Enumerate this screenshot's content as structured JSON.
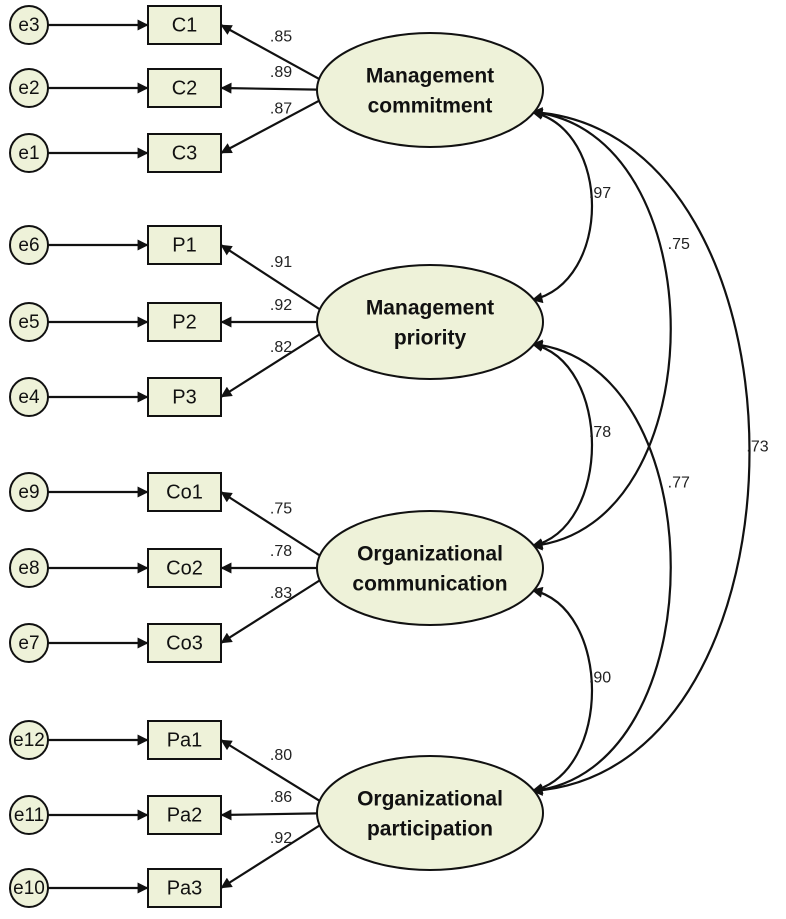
{
  "latents": [
    {
      "id": "mc",
      "lines": [
        "Management",
        "commitment"
      ]
    },
    {
      "id": "mp",
      "lines": [
        "Management",
        "priority"
      ]
    },
    {
      "id": "oc",
      "lines": [
        "Organizational",
        "communication"
      ]
    },
    {
      "id": "op",
      "lines": [
        "Organizational",
        "participation"
      ]
    }
  ],
  "indicators": [
    {
      "label": "C1",
      "error": "e3",
      "latent": "mc",
      "loading": ".85"
    },
    {
      "label": "C2",
      "error": "e2",
      "latent": "mc",
      "loading": ".89"
    },
    {
      "label": "C3",
      "error": "e1",
      "latent": "mc",
      "loading": ".87"
    },
    {
      "label": "P1",
      "error": "e6",
      "latent": "mp",
      "loading": ".91"
    },
    {
      "label": "P2",
      "error": "e5",
      "latent": "mp",
      "loading": ".92"
    },
    {
      "label": "P3",
      "error": "e4",
      "latent": "mp",
      "loading": ".82"
    },
    {
      "label": "Co1",
      "error": "e9",
      "latent": "oc",
      "loading": ".75"
    },
    {
      "label": "Co2",
      "error": "e8",
      "latent": "oc",
      "loading": ".78"
    },
    {
      "label": "Co3",
      "error": "e7",
      "latent": "oc",
      "loading": ".83"
    },
    {
      "label": "Pa1",
      "error": "e12",
      "latent": "op",
      "loading": ".80"
    },
    {
      "label": "Pa2",
      "error": "e11",
      "latent": "op",
      "loading": ".86"
    },
    {
      "label": "Pa3",
      "error": "e10",
      "latent": "op",
      "loading": ".92"
    }
  ],
  "correlations": [
    {
      "from": "mc",
      "to": "mp",
      "value": ".97"
    },
    {
      "from": "mp",
      "to": "oc",
      "value": ".78"
    },
    {
      "from": "oc",
      "to": "op",
      "value": ".90"
    },
    {
      "from": "mc",
      "to": "oc",
      "value": ".75"
    },
    {
      "from": "mp",
      "to": "op",
      "value": ".77"
    },
    {
      "from": "mc",
      "to": "op",
      "value": ".73"
    }
  ]
}
